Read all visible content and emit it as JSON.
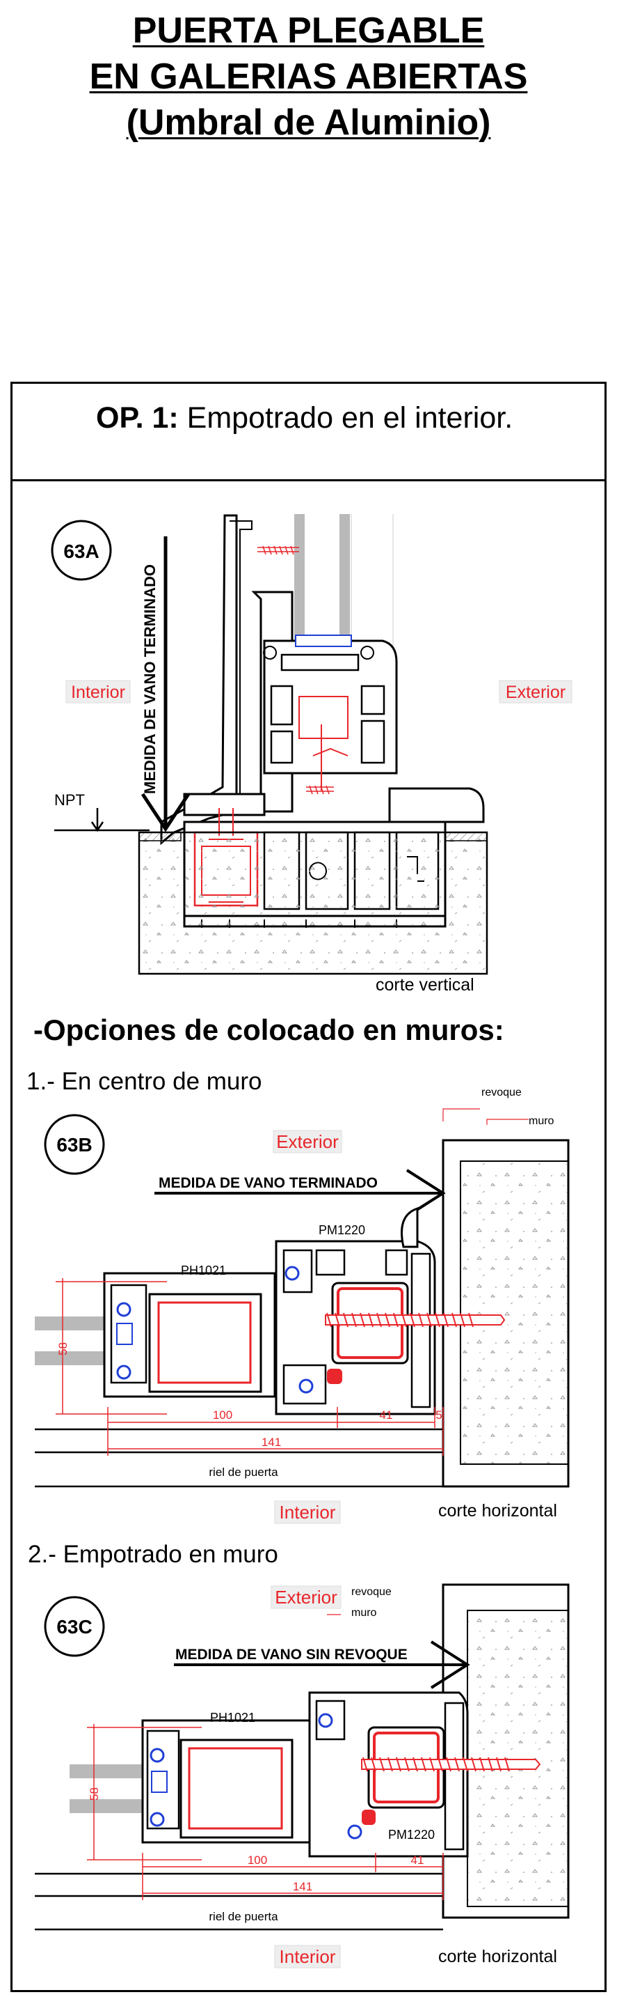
{
  "title": {
    "line1": "PUERTA PLEGABLE",
    "line2": "EN GALERIAS ABIERTAS",
    "line3": "(Umbral de Aluminio)"
  },
  "option": {
    "prefix": "OP. 1:",
    "text": " Empotrado en el interior."
  },
  "detail_a": {
    "badge": "63A",
    "interior": "Interior",
    "exterior": "Exterior",
    "vertical_label": "MEDIDA DE VANO TERMINADO",
    "npt": "NPT",
    "caption": "corte vertical"
  },
  "section_heading": "-Opciones de colocado en muros:",
  "detail_b": {
    "heading": "1.- En centro de muro",
    "badge": "63B",
    "exterior": "Exterior",
    "interior": "Interior",
    "revoque": "revoque",
    "muro": "muro",
    "measure": "MEDIDA DE VANO TERMINADO",
    "profile_top": "PM1220",
    "profile_left": "PH1021",
    "dim_58": "58",
    "dim_100": "100",
    "dim_41": "41",
    "dim_5": "5",
    "dim_141": "141",
    "rail": "riel de puerta",
    "caption": "corte horizontal"
  },
  "detail_c": {
    "heading": "2.- Empotrado en muro",
    "badge": "63C",
    "exterior": "Exterior",
    "interior": "Interior",
    "revoque": "revoque",
    "muro": "muro",
    "measure": "MEDIDA DE VANO SIN REVOQUE",
    "profile_top": "PH1021",
    "profile_bottom": "PM1220",
    "dim_58": "58",
    "dim_100": "100",
    "dim_41": "41",
    "dim_141": "141",
    "rail": "riel de puerta",
    "caption": "corte horizontal"
  },
  "colors": {
    "red": "#e8262b",
    "blue": "#1f3fd6",
    "gray": "#b9b9b9",
    "black": "#000000"
  }
}
